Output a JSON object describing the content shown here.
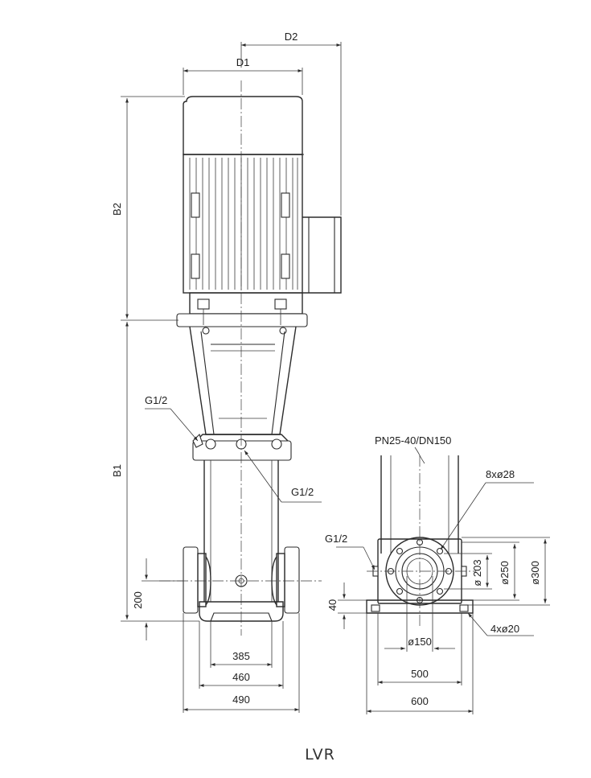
{
  "drawing": {
    "labels": {
      "d1": "D1",
      "d2": "D2",
      "b1": "B1",
      "b2": "B2",
      "g12_left": "G1/2",
      "g12_center": "G1/2",
      "g12_side": "G1/2",
      "flange_spec": "PN25-40/DN150",
      "bolt_holes": "8xø28",
      "base_holes": "4xø20",
      "dim_200": "200",
      "dim_385": "385",
      "dim_460": "460",
      "dim_490": "490",
      "dim_40": "40",
      "dim_150": "ø150",
      "dim_500": "500",
      "dim_600": "600",
      "dim_203": "ø 203",
      "dim_250": "ø250",
      "dim_300": "ø300"
    },
    "caption": "LVR"
  }
}
